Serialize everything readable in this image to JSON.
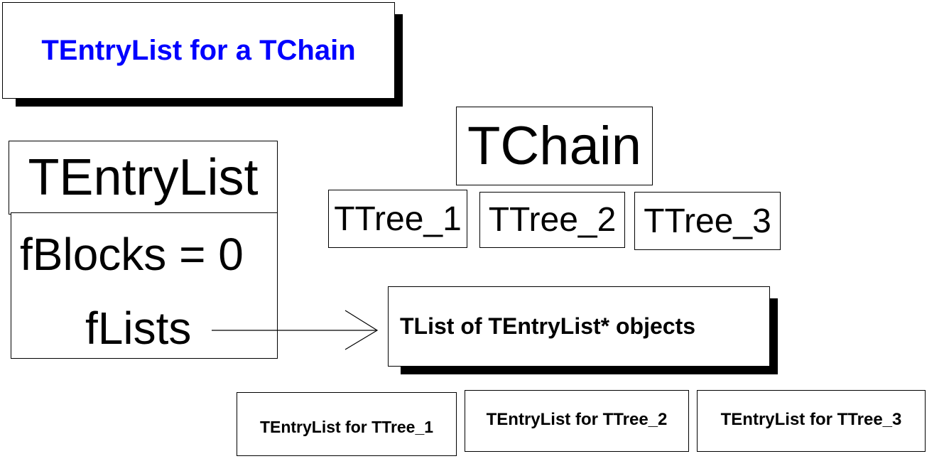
{
  "title": {
    "text": "TEntryList for a TChain",
    "color": "#0000ff"
  },
  "entry_list": {
    "header": "TEntryList",
    "field_blocks": "fBlocks = 0",
    "field_lists": "fLists"
  },
  "chain": {
    "label": "TChain",
    "trees": [
      "TTree_1",
      "TTree_2",
      "TTree_3"
    ]
  },
  "tlist": {
    "label": "TList of TEntryList* objects"
  },
  "sublists": [
    "TEntryList for TTree_1",
    "TEntryList for TTree_2",
    "TEntryList for TTree_3"
  ]
}
